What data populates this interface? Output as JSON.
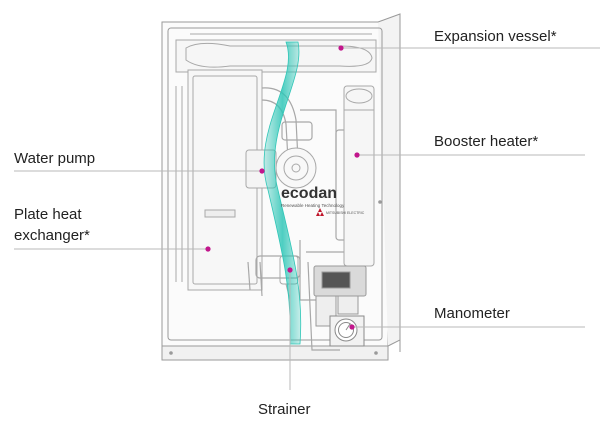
{
  "diagram": {
    "brand_logo": "ecodan",
    "brand_tagline": "Renewable Heating Technology",
    "maker_mark": "MITSUBISHI ELECTRIC",
    "callouts": {
      "expansion_vessel": "Expansion vessel*",
      "booster_heater": "Booster heater*",
      "water_pump": "Water pump",
      "plate_heat_exchanger_line1": "Plate heat",
      "plate_heat_exchanger_line2": "exchanger*",
      "manometer": "Manometer",
      "strainer": "Strainer"
    },
    "colors": {
      "marker": "#c2168c",
      "leader_line": "#b8b8b8",
      "ribbon": "#2fc6b7",
      "outline": "#9a9a9a",
      "label_text": "#222222"
    }
  }
}
